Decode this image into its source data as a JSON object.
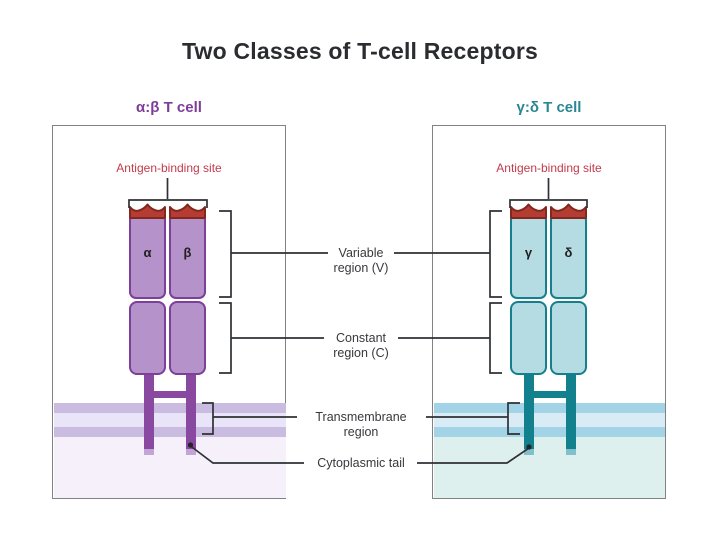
{
  "title": "Two Classes of T-cell Receptors",
  "panels": {
    "left": {
      "header": "α:β T cell",
      "antigen_label": "Antigen-binding site",
      "chains": {
        "a": "α",
        "b": "β"
      },
      "colors": {
        "header": "#7d3c98",
        "body_fill": "#b692cb",
        "body_stroke": "#7c3f9a",
        "stalk": "#8a49a0",
        "membrane_band": "#c9bce0",
        "membrane_middle": "#eae4f8",
        "cytoplasm_bg": "#f6f0fb"
      }
    },
    "right": {
      "header": "γ:δ T cell",
      "antigen_label": "Antigen-binding site",
      "chains": {
        "a": "γ",
        "b": "δ"
      },
      "colors": {
        "header": "#2a8794",
        "body_fill": "#b5dbe3",
        "body_stroke": "#157f8d",
        "stalk": "#12818d",
        "membrane_band": "#a3d3e7",
        "membrane_middle": "#d9ecf5",
        "cytoplasm_bg": "#def0ed"
      }
    }
  },
  "labels": {
    "variable": {
      "line1": "Variable",
      "line2": "region (V)"
    },
    "constant": {
      "line1": "Constant",
      "line2": "region (C)"
    },
    "transmembrane": {
      "line1": "Transmembrane",
      "line2": "region"
    },
    "cytoplasmic": {
      "text": "Cytoplasmic tail"
    }
  },
  "shared_colors": {
    "antigen_cap_fill": "#b43c32",
    "antigen_cap_stroke": "#82281f",
    "antigen_label_red": "#c13b4b",
    "bracket_line": "#2e3135",
    "panel_border": "#828282",
    "title_text": "#2b2c30",
    "center_label_text": "#38393d"
  }
}
